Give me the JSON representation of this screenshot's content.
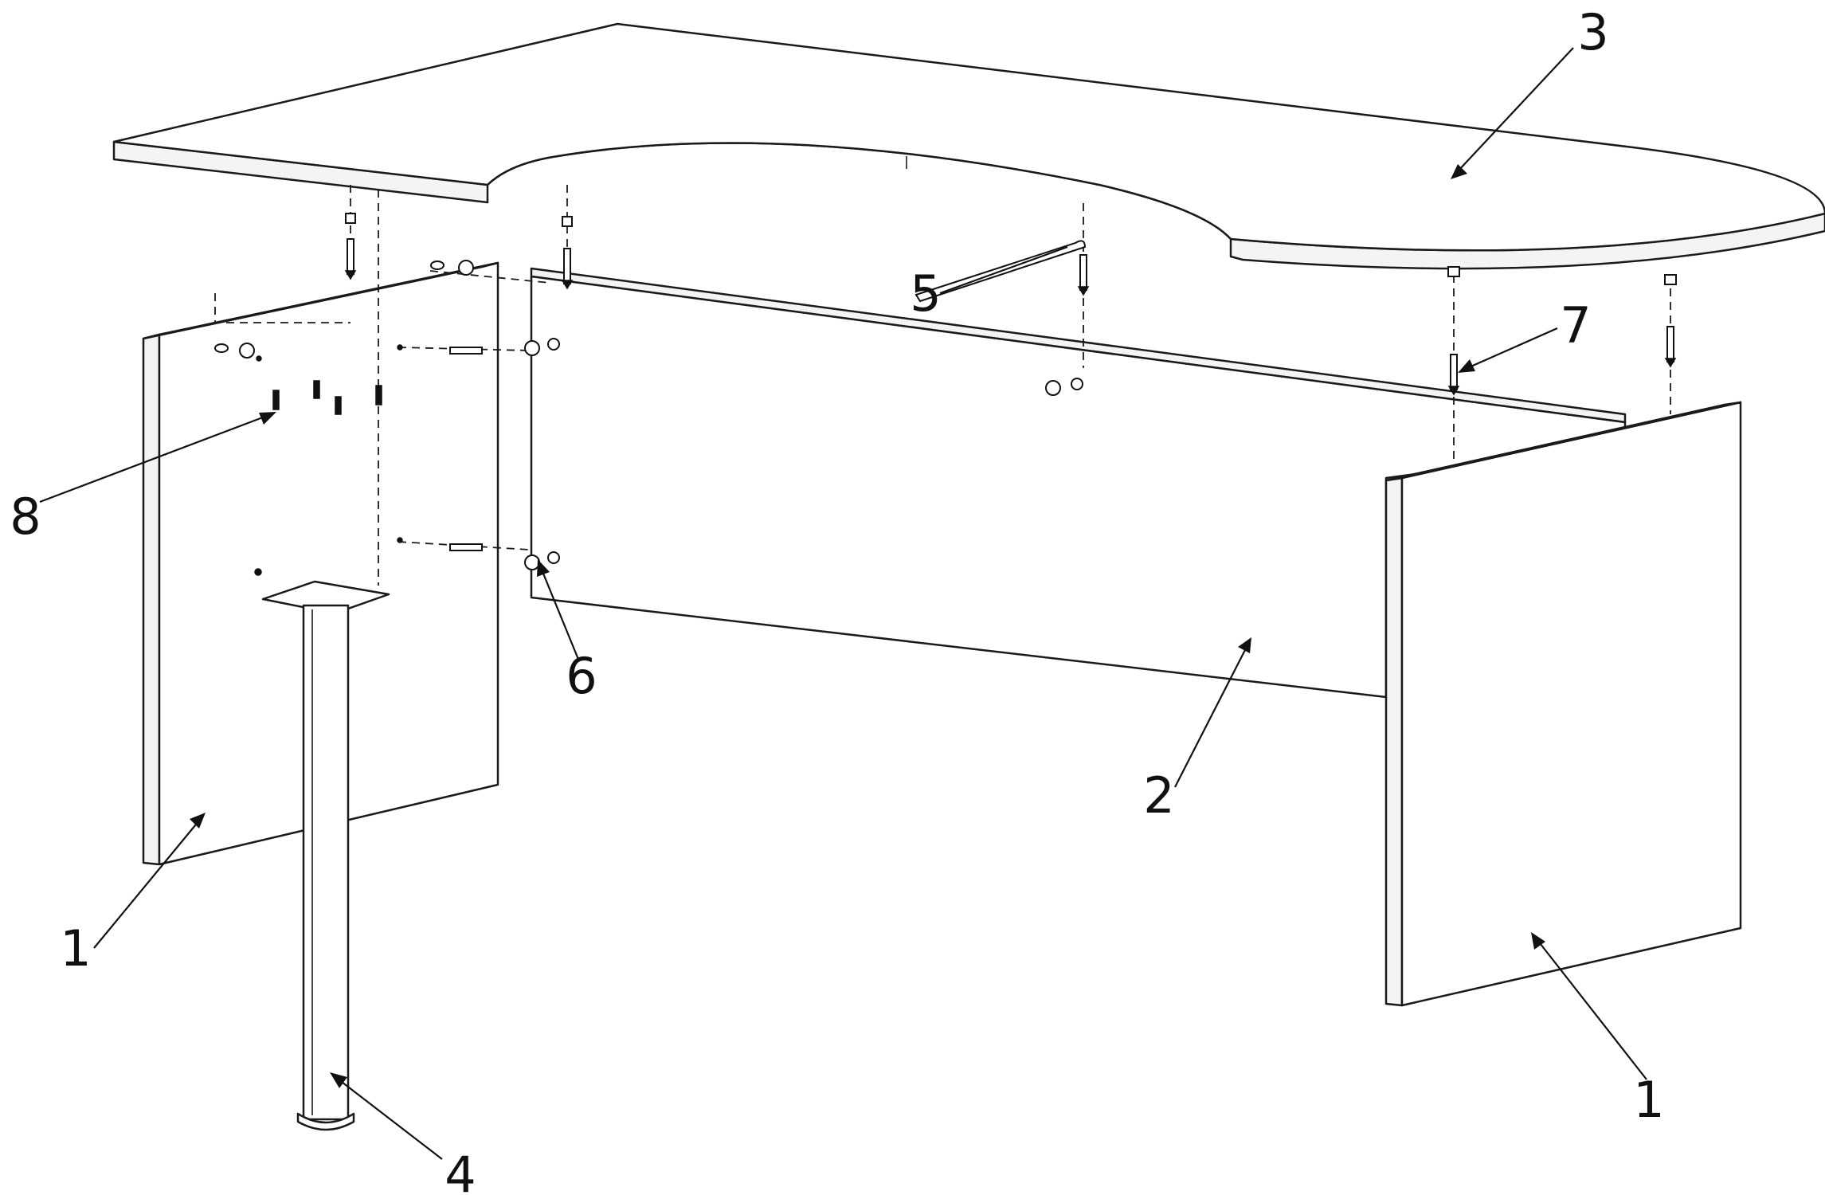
{
  "callouts": [
    {
      "id": "c1-left",
      "text": "1"
    },
    {
      "id": "c1-right",
      "text": "1"
    },
    {
      "id": "c2",
      "text": "2"
    },
    {
      "id": "c3",
      "text": "3"
    },
    {
      "id": "c4",
      "text": "4"
    },
    {
      "id": "c5",
      "text": "5"
    },
    {
      "id": "c6",
      "text": "6"
    },
    {
      "id": "c7",
      "text": "7"
    },
    {
      "id": "c8",
      "text": "8"
    }
  ],
  "colors": {
    "line": "#111111",
    "background": "#ffffff"
  }
}
